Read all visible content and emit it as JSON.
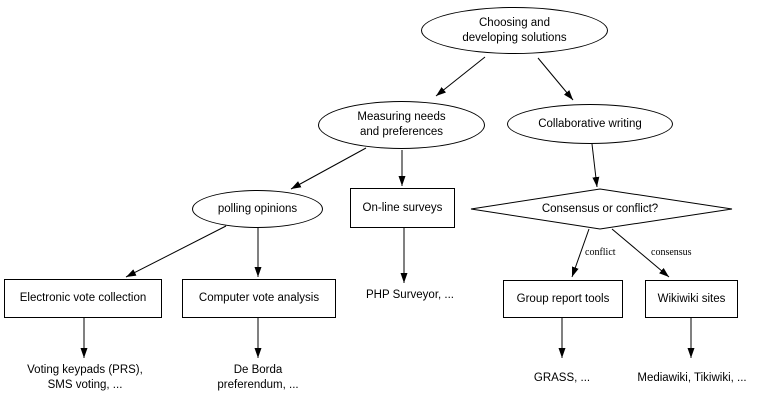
{
  "diagram": {
    "nodes": {
      "choosing": {
        "shape": "ellipse",
        "lines": [
          "Choosing and",
          "developing solutions"
        ]
      },
      "measuring": {
        "shape": "ellipse",
        "lines": [
          "Measuring needs",
          "and preferences"
        ]
      },
      "collaborative": {
        "shape": "ellipse",
        "lines": [
          "Collaborative writing"
        ]
      },
      "polling": {
        "shape": "ellipse",
        "lines": [
          "polling opinions"
        ]
      },
      "online_surveys": {
        "shape": "box",
        "lines": [
          "On-line surveys"
        ]
      },
      "consensus_conflict": {
        "shape": "diamond",
        "lines": [
          "Consensus or conflict?"
        ]
      },
      "electronic_vote": {
        "shape": "box",
        "lines": [
          "Electronic vote collection"
        ]
      },
      "computer_vote": {
        "shape": "box",
        "lines": [
          "Computer vote analysis"
        ]
      },
      "php_surveyor": {
        "shape": "plaintext",
        "lines": [
          "PHP Surveyor, ..."
        ]
      },
      "group_report": {
        "shape": "box",
        "lines": [
          "Group report tools"
        ]
      },
      "wikiwiki": {
        "shape": "box",
        "lines": [
          "Wikiwiki sites"
        ]
      },
      "voting_keypads": {
        "shape": "plaintext",
        "lines": [
          "Voting keypads (PRS),",
          "SMS voting, ..."
        ]
      },
      "de_borda": {
        "shape": "plaintext",
        "lines": [
          "De Borda",
          "preferendum, ..."
        ]
      },
      "grass": {
        "shape": "plaintext",
        "lines": [
          "GRASS, ..."
        ]
      },
      "mediawiki": {
        "shape": "plaintext",
        "lines": [
          "Mediawiki, Tikiwiki, ..."
        ]
      }
    },
    "edge_labels": {
      "conflict": "conflict",
      "consensus": "consensus"
    },
    "edges": [
      {
        "from": "choosing",
        "to": "measuring",
        "label": ""
      },
      {
        "from": "choosing",
        "to": "collaborative",
        "label": ""
      },
      {
        "from": "measuring",
        "to": "polling",
        "label": ""
      },
      {
        "from": "measuring",
        "to": "online_surveys",
        "label": ""
      },
      {
        "from": "collaborative",
        "to": "consensus_conflict",
        "label": ""
      },
      {
        "from": "polling",
        "to": "electronic_vote",
        "label": ""
      },
      {
        "from": "polling",
        "to": "computer_vote",
        "label": ""
      },
      {
        "from": "online_surveys",
        "to": "php_surveyor",
        "label": ""
      },
      {
        "from": "consensus_conflict",
        "to": "group_report",
        "label": "conflict"
      },
      {
        "from": "consensus_conflict",
        "to": "wikiwiki",
        "label": "consensus"
      },
      {
        "from": "electronic_vote",
        "to": "voting_keypads",
        "label": ""
      },
      {
        "from": "computer_vote",
        "to": "de_borda",
        "label": ""
      },
      {
        "from": "group_report",
        "to": "grass",
        "label": ""
      },
      {
        "from": "wikiwiki",
        "to": "mediawiki",
        "label": ""
      }
    ],
    "colors": {
      "stroke": "#000000",
      "background": "#ffffff",
      "text": "#000000"
    }
  }
}
